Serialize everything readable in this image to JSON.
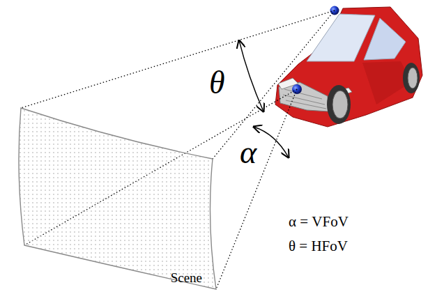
{
  "diagram": {
    "nodes": [
      {
        "text": [
          "Scene"
        ]
      }
    ],
    "labels": [
      "θ",
      "α",
      "α = VFoV",
      "θ = HFoV"
    ]
  }
}
